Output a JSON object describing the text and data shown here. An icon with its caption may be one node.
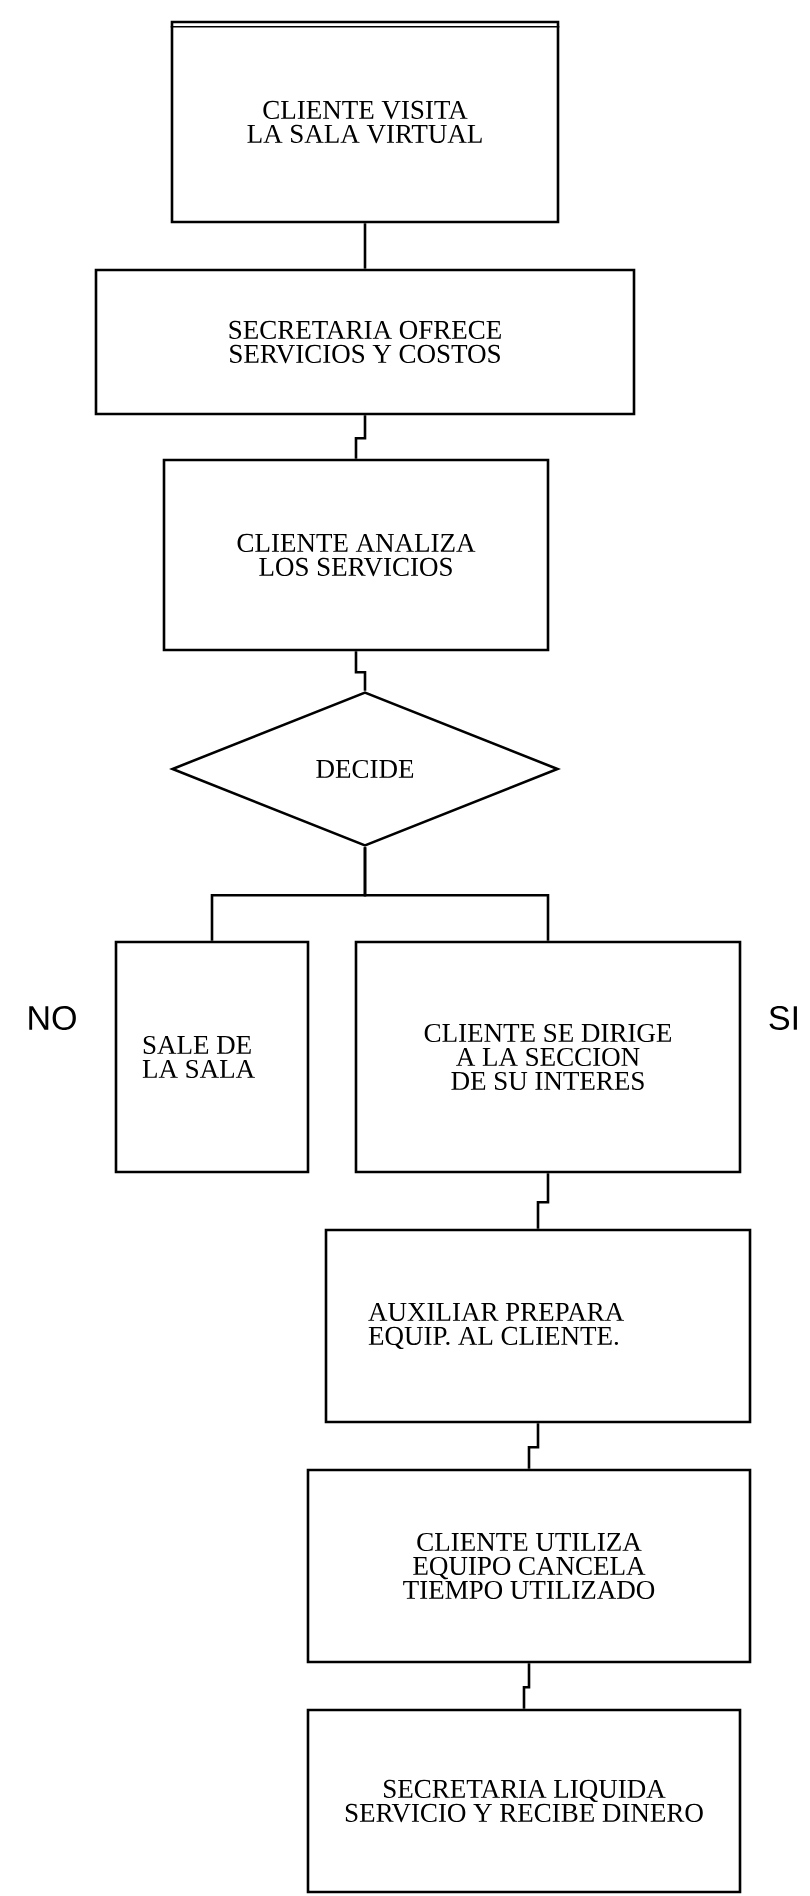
{
  "diagram": {
    "nodes": [
      {
        "text": [
          "CLIENTE VISITA LA SALA VIRTUAL"
        ]
      },
      {
        "text": [
          "SECRETARIA OFRECE SERVICIOS Y COSTOS"
        ]
      },
      {
        "text": [
          "CLIENTE ANALIZA LOS SERVICIOS"
        ]
      },
      {
        "text": [
          "DECIDE"
        ]
      },
      {
        "text": [
          "SALE DE LA SALA"
        ]
      },
      {
        "text": [
          "CLIENTE SE DIRIGE A LA SECCION DE SU INTERES"
        ]
      },
      {
        "text": [
          "AUXILIAR PREPARA EQUIP. AL CLIENTE."
        ]
      },
      {
        "text": [
          "CLIENTE UTILIZA EQUIPO CANCELA TIEMPO UTILIZADO"
        ]
      },
      {
        "text": [
          "SECRETARIA LIQUIDA SERVICIO Y RECIBE DINERO"
        ]
      }
    ],
    "edges": [
      {
        "from": 0,
        "to": 1,
        "arrow": "none"
      },
      {
        "from": 1,
        "to": 2,
        "arrow": "none"
      },
      {
        "from": 2,
        "to": 3,
        "arrow": "none"
      },
      {
        "from": 3,
        "to": 4,
        "arrow": "none"
      },
      {
        "from": 3,
        "to": 5,
        "arrow": "none"
      },
      {
        "from": 5,
        "to": 6,
        "arrow": "none"
      },
      {
        "from": 6,
        "to": 7,
        "arrow": "none"
      },
      {
        "from": 7,
        "to": 8,
        "arrow": "none"
      }
    ],
    "labels": [
      "NO",
      "SI"
    ]
  }
}
